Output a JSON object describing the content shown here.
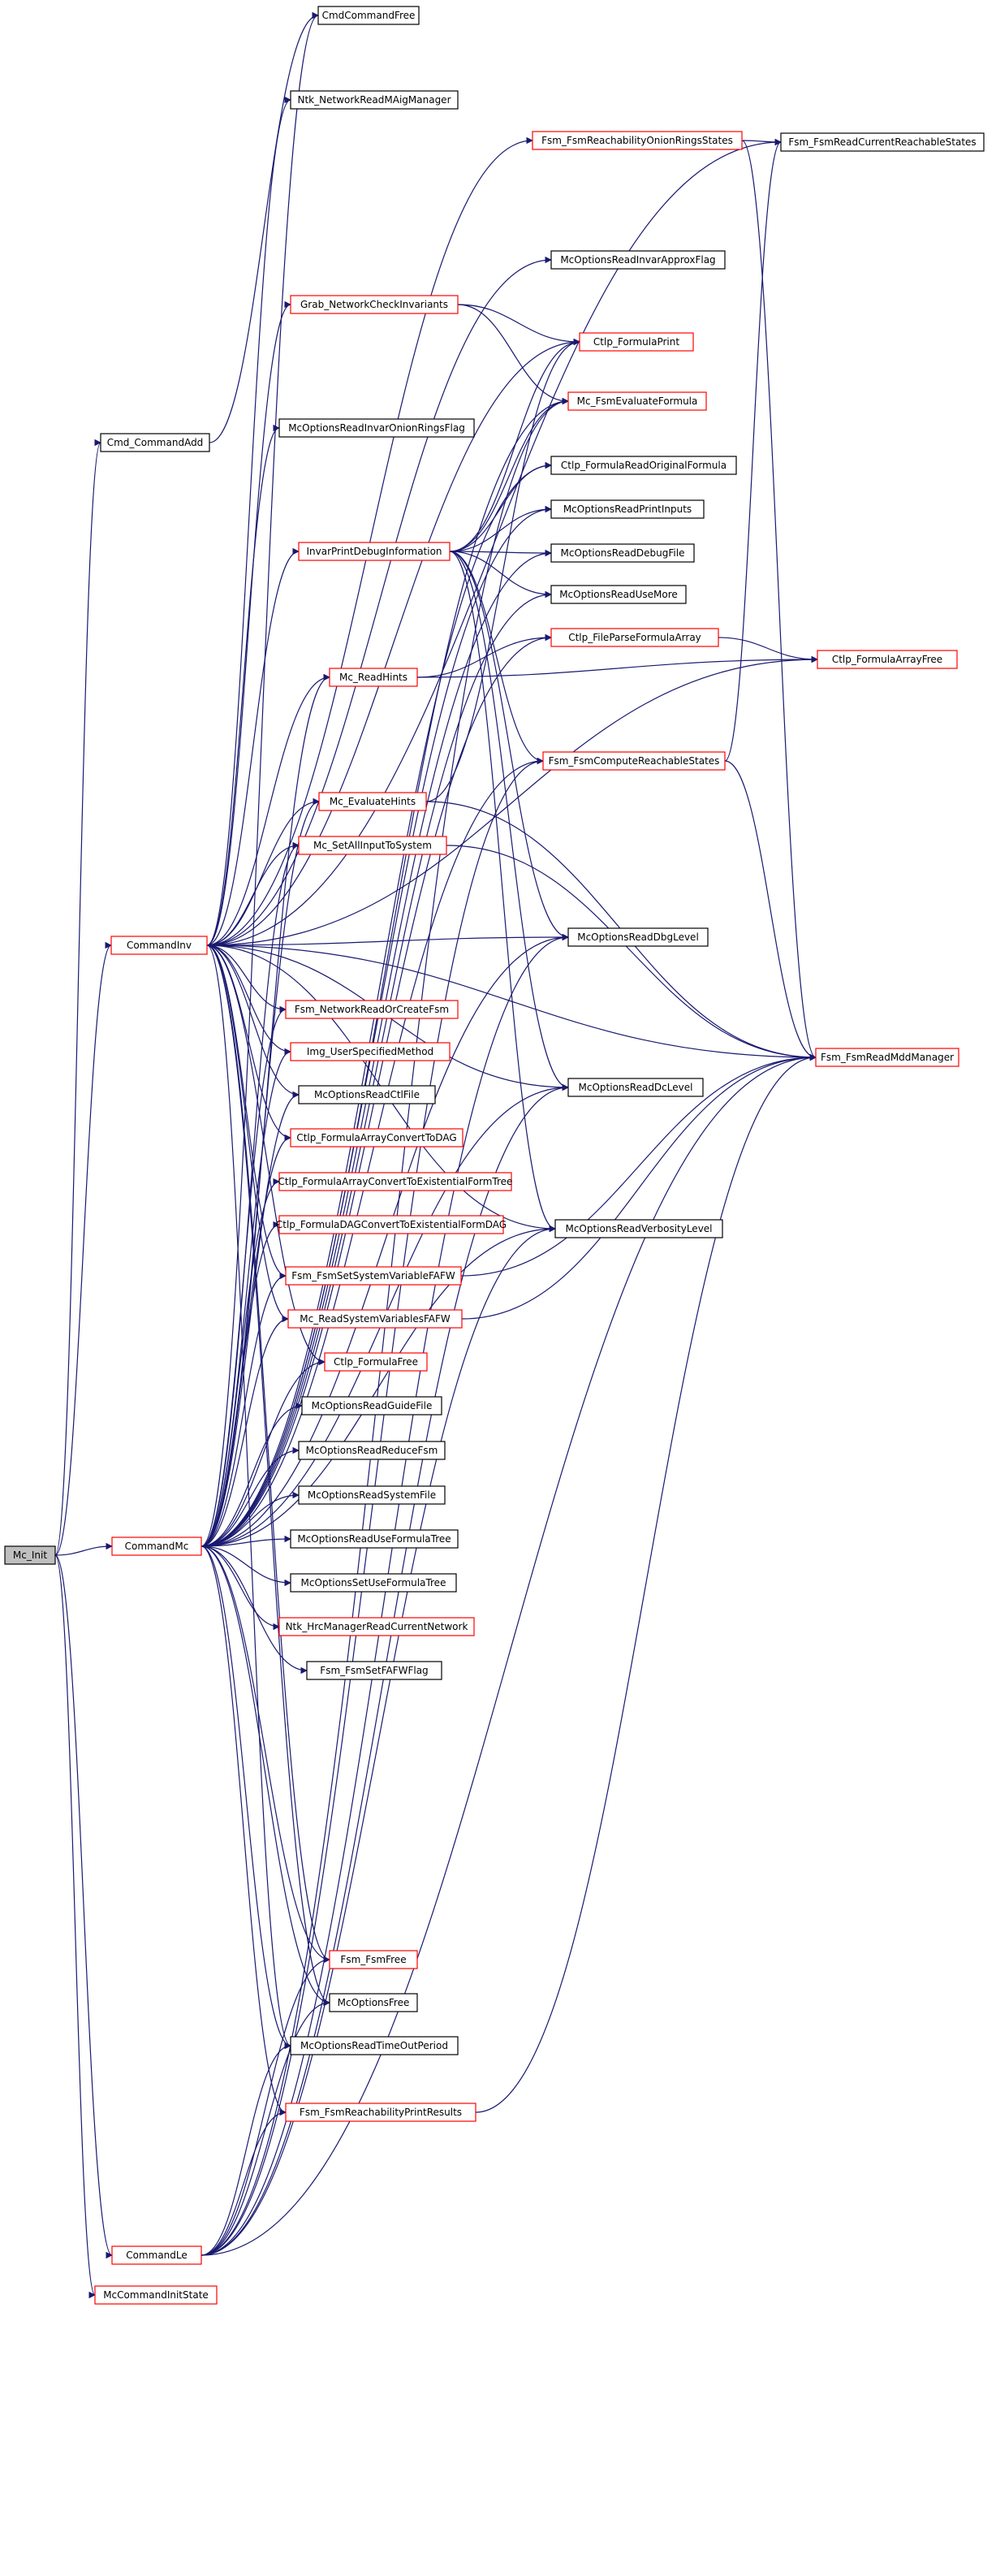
{
  "colors": {
    "edge": "#191970",
    "link_border": "#ff0000",
    "plain_border": "#000000",
    "current_fill": "#bfbfbf"
  },
  "nodes": {
    "mc_init": "Mc_Init",
    "cmd_commandadd": "Cmd_CommandAdd",
    "commandinv": "CommandInv",
    "commandmc": "CommandMc",
    "commandle": "CommandLe",
    "mccommandinitstate": "McCommandInitState",
    "cmdcommandfree": "CmdCommandFree",
    "ntk_networkreadmaigmanager": "Ntk_NetworkReadMAigManager",
    "fsm_fsmreachabilityonionringsstates": "Fsm_FsmReachabilityOnionRingsStates",
    "fsm_fsmreadcurrentreachablestates": "Fsm_FsmReadCurrentReachableStates",
    "mcoptionsreadinvarapproxflag": "McOptionsReadInvarApproxFlag",
    "grab_networkcheckinvariants": "Grab_NetworkCheckInvariants",
    "ctlp_formulaprint": "Ctlp_FormulaPrint",
    "mc_fsmevaluateformula": "Mc_FsmEvaluateFormula",
    "mcoptionsreadinvaronionringsflag": "McOptionsReadInvarOnionRingsFlag",
    "ctlp_formulareadoriginalformula": "Ctlp_FormulaReadOriginalFormula",
    "mcoptionsreadprintinputs": "McOptionsReadPrintInputs",
    "invarprintdebuginformation": "InvarPrintDebugInformation",
    "mcoptionsreaddebugfile": "McOptionsReadDebugFile",
    "mcoptionsreadusemore": "McOptionsReadUseMore",
    "ctlp_fileparseformulaarray": "Ctlp_FileParseFormulaArray",
    "ctlp_formulaarrayfree": "Ctlp_FormulaArrayFree",
    "mc_readhints": "Mc_ReadHints",
    "fsm_fsmcomputereachablestates": "Fsm_FsmComputeReachableStates",
    "mc_evaluatehints": "Mc_EvaluateHints",
    "mc_setallinputtosystem": "Mc_SetAllInputToSystem",
    "mcoptionsreaddbglevel": "McOptionsReadDbgLevel",
    "fsm_networkreadorcreatefsm": "Fsm_NetworkReadOrCreateFsm",
    "fsm_fsmreadmddmanager": "Fsm_FsmReadMddManager",
    "img_userspecifiedmethod": "Img_UserSpecifiedMethod",
    "mcoptionsreaddclevel": "McOptionsReadDcLevel",
    "mcoptionsreadctlfile": "McOptionsReadCtlFile",
    "ctlp_formulaarrayconverttodag": "Ctlp_FormulaArrayConvertToDAG",
    "ctlp_formulaarrayconverttoexistentialformtree": "Ctlp_FormulaArrayConvertToExistentialFormTree",
    "ctlp_formuladagconverttoexistentialformdag": "Ctlp_FormulaDAGConvertToExistentialFormDAG",
    "mcoptionsreadverbositylevel": "McOptionsReadVerbosityLevel",
    "fsm_fsmsetsystemvariablefafw": "Fsm_FsmSetSystemVariableFAFW",
    "mc_readsystemvariablesfafw": "Mc_ReadSystemVariablesFAFW",
    "ctlp_formulafree": "Ctlp_FormulaFree",
    "mcoptionsreadguidefile": "McOptionsReadGuideFile",
    "mcoptionsreadreducefsm": "McOptionsReadReduceFsm",
    "mcoptionsreadsystemfile": "McOptionsReadSystemFile",
    "mcoptionsreaduseformulatree": "McOptionsReadUseFormulaTree",
    "mcoptionssetuseformulatree": "McOptionsSetUseFormulaTree",
    "ntk_hrcmanagerreadcurrentnetwork": "Ntk_HrcManagerReadCurrentNetwork",
    "fsm_fsmsetfafwflag": "Fsm_FsmSetFAFWFlag",
    "fsm_fsmfree": "Fsm_FsmFree",
    "mcoptionsfree": "McOptionsFree",
    "mcoptionsreadtimeoutperiod": "McOptionsReadTimeOutPeriod",
    "fsm_fsmreachabilityprintresults": "Fsm_FsmReachabilityPrintResults"
  }
}
